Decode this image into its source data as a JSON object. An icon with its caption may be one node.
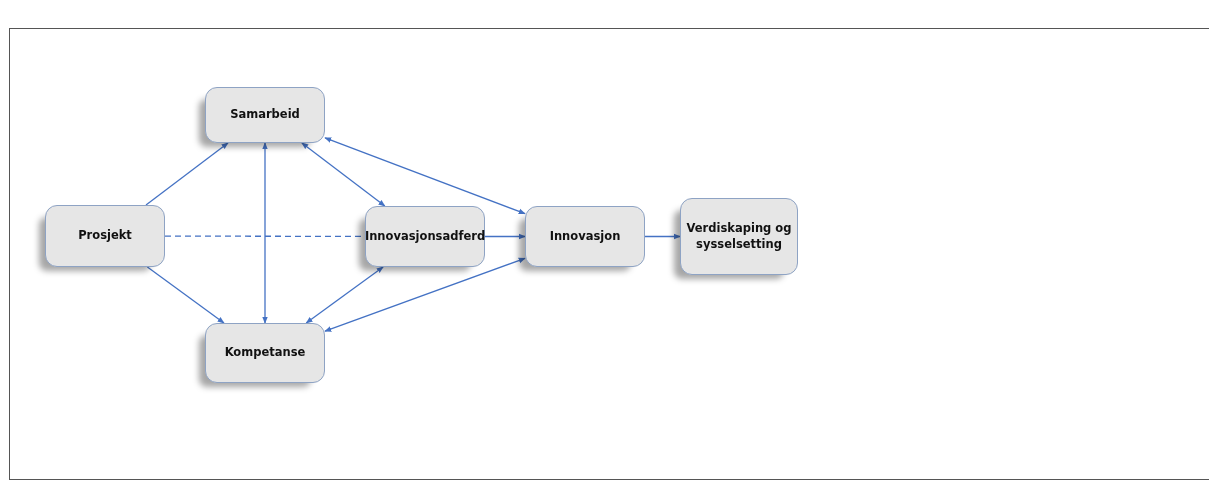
{
  "diagram": {
    "nodes": [
      {
        "text": [
          "Samarbeid"
        ]
      },
      {
        "text": [
          "Prosjekt"
        ]
      },
      {
        "text": [
          "Innovasjonsadferd"
        ]
      },
      {
        "text": [
          "Innovasjon"
        ]
      },
      {
        "text": [
          "Verdiskaping og sysselsetting"
        ]
      },
      {
        "text": [
          "Kompetanse"
        ]
      }
    ],
    "edges": [
      {
        "from": 1,
        "to": 0,
        "arrow": "to"
      },
      {
        "from": 1,
        "to": 5,
        "arrow": "to"
      },
      {
        "from": 0,
        "to": 5,
        "arrow": "both"
      },
      {
        "from": 0,
        "to": 2,
        "arrow": "both"
      },
      {
        "from": 0,
        "to": 3,
        "arrow": "both"
      },
      {
        "from": 1,
        "to": 2,
        "arrow": "none",
        "style": "dashed"
      },
      {
        "from": 2,
        "to": 3,
        "arrow": "to"
      },
      {
        "from": 3,
        "to": 4,
        "arrow": "to"
      },
      {
        "from": 5,
        "to": 2,
        "arrow": "both"
      },
      {
        "from": 5,
        "to": 3,
        "arrow": "both"
      }
    ]
  }
}
